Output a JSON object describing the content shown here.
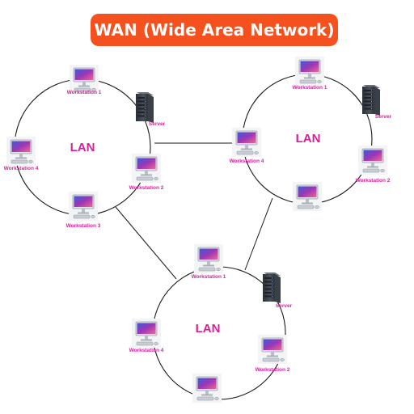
{
  "title": "WAN (Wide Area Network)",
  "colors": {
    "title_bg": "#f4511e",
    "label_text": "#d61f9c",
    "lan_text": "#d61f9c",
    "lines": "#1a1a1a",
    "server_body": "#3a4048"
  },
  "lans": [
    {
      "id": "lan-left",
      "label": "LAN",
      "nodes": [
        {
          "kind": "workstation",
          "label": "Workstation 1"
        },
        {
          "kind": "server",
          "label": "Server"
        },
        {
          "kind": "workstation",
          "label": "Workstation 2"
        },
        {
          "kind": "workstation",
          "label": "Workstation 3"
        },
        {
          "kind": "workstation",
          "label": "Workstation 4"
        }
      ]
    },
    {
      "id": "lan-right",
      "label": "LAN",
      "nodes": [
        {
          "kind": "workstation",
          "label": "Workstation 1"
        },
        {
          "kind": "server",
          "label": "Server"
        },
        {
          "kind": "workstation",
          "label": "Workstation 2"
        },
        {
          "kind": "workstation",
          "label": ""
        },
        {
          "kind": "workstation",
          "label": "Workstation 4"
        }
      ]
    },
    {
      "id": "lan-bottom",
      "label": "LAN",
      "nodes": [
        {
          "kind": "workstation",
          "label": "Workstation 1"
        },
        {
          "kind": "server",
          "label": "Server"
        },
        {
          "kind": "workstation",
          "label": "Workstation 2"
        },
        {
          "kind": "workstation",
          "label": ""
        },
        {
          "kind": "workstation",
          "label": "Workstation 4"
        }
      ]
    }
  ],
  "wan_links": [
    {
      "from": "lan-left",
      "to": "lan-right"
    },
    {
      "from": "lan-left",
      "to": "lan-bottom"
    },
    {
      "from": "lan-right",
      "to": "lan-bottom"
    }
  ]
}
